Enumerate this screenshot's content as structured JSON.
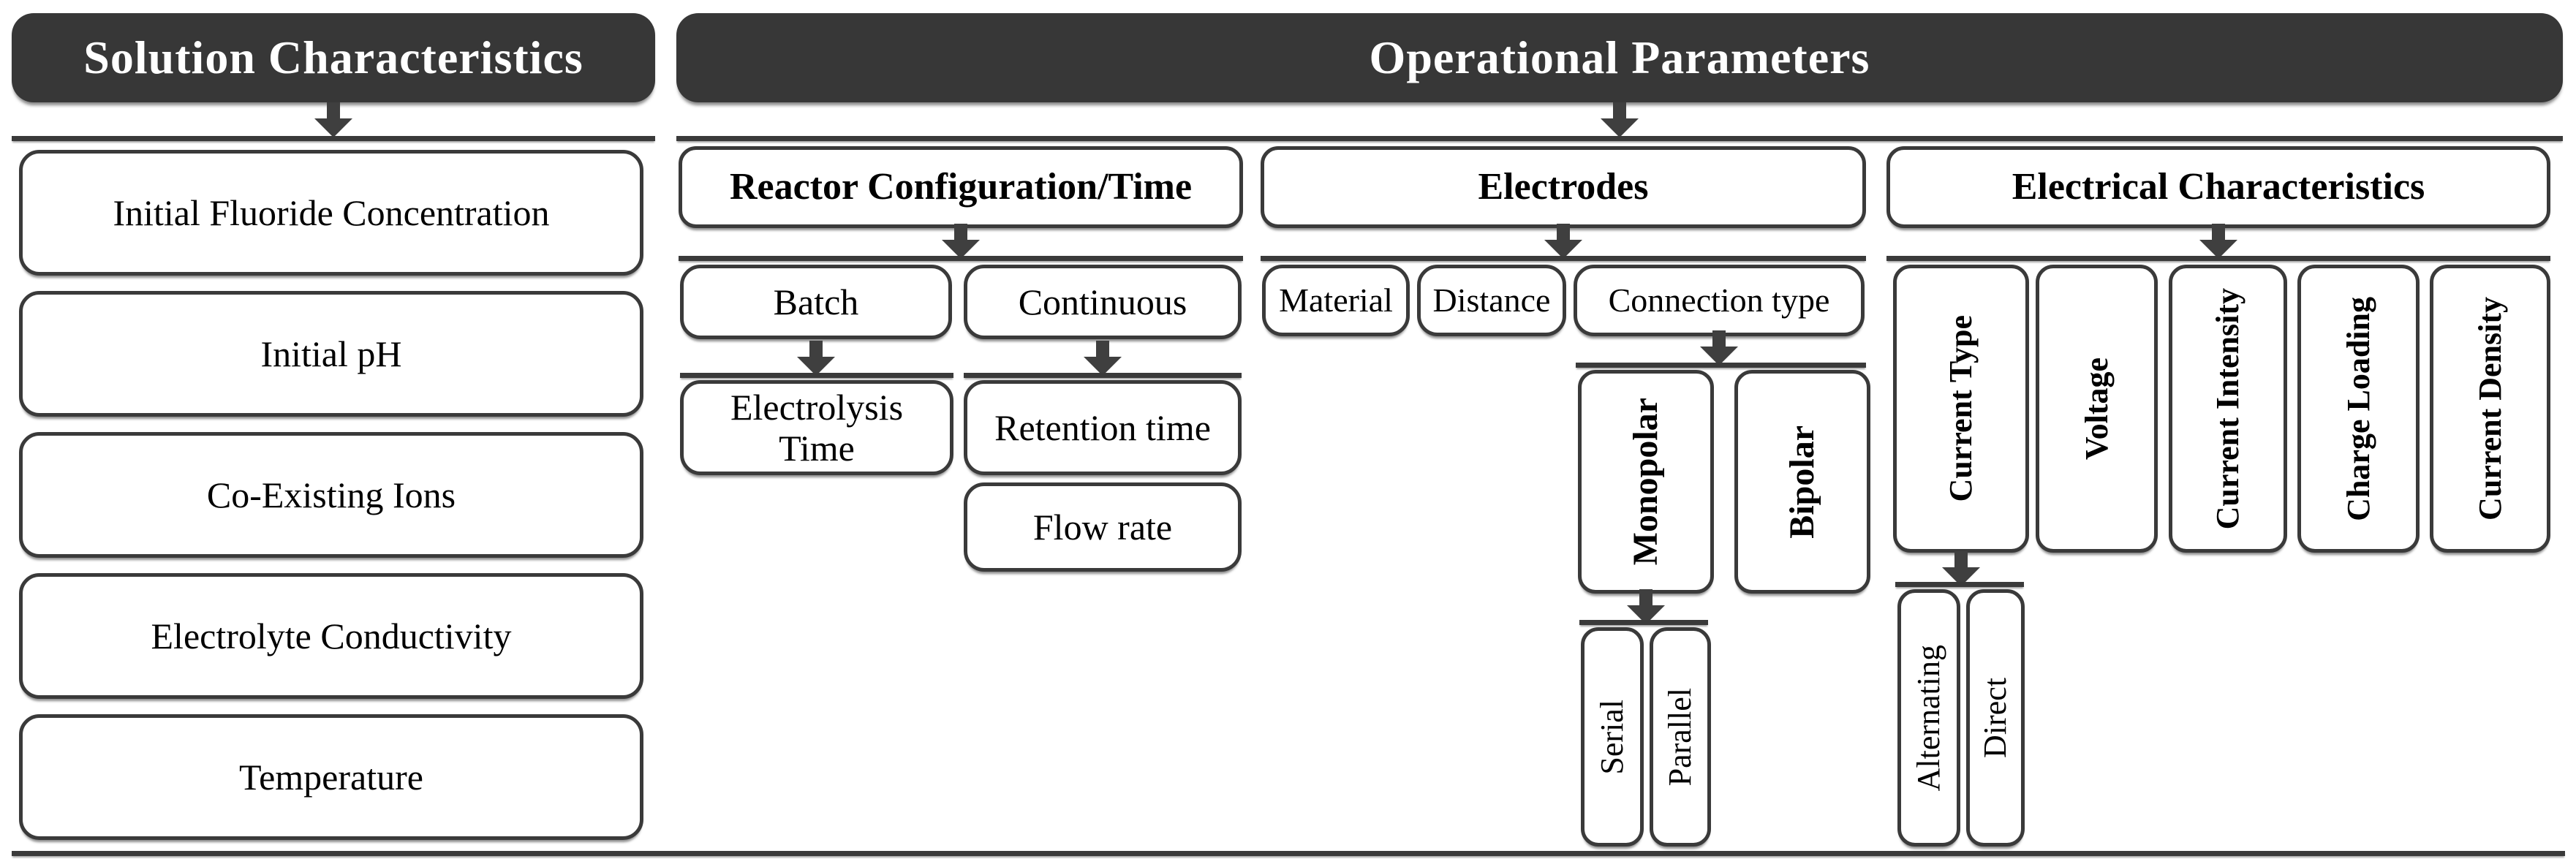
{
  "left_panel": {
    "title": "Solution Characteristics",
    "items": [
      "Initial Fluoride Concentration",
      "Initial pH",
      "Co-Existing Ions",
      "Electrolyte Conductivity",
      "Temperature"
    ]
  },
  "right_panel": {
    "title": "Operational Parameters",
    "reactor": {
      "title": "Reactor Configuration/Time",
      "batch": "Batch",
      "continuous": "Continuous",
      "electrolysis_time": "Electrolysis Time",
      "retention_time": "Retention time",
      "flow_rate": "Flow rate"
    },
    "electrodes": {
      "title": "Electrodes",
      "material": "Material",
      "distance": "Distance",
      "connection_type": "Connection type",
      "monopolar": "Monopolar",
      "bipolar": "Bipolar",
      "serial": "Serial",
      "parallel": "Parallel"
    },
    "electrical": {
      "title": "Electrical Characteristics",
      "items": [
        "Current Type",
        "Voltage",
        "Current Intensity",
        "Charge Loading",
        "Current Density"
      ],
      "alternating": "Alternating",
      "direct": "Direct"
    }
  },
  "colors": {
    "header_bg": "#373737",
    "header_text": "#ffffff",
    "box_border": "#3a3a3a",
    "box_bg": "#ffffff",
    "connector": "#3f3f3f",
    "text": "#000000"
  }
}
